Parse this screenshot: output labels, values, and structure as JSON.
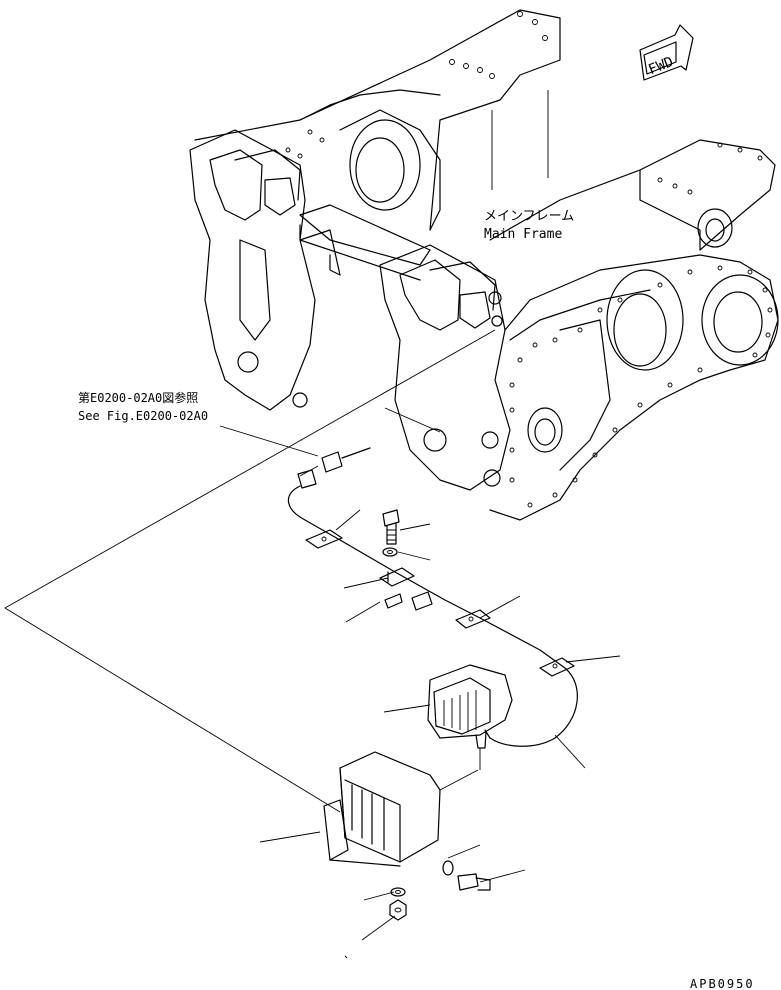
{
  "labels": {
    "main_frame_jp": "メインフレーム",
    "main_frame_en": "Main Frame",
    "see_fig_jp": "第E0200-02A0図参照",
    "see_fig_en": "See Fig.E0200-02A0",
    "fwd": "FWD",
    "drawing_code": "APB0950"
  },
  "icons": {
    "fwd": "fwd-arrow-icon"
  }
}
